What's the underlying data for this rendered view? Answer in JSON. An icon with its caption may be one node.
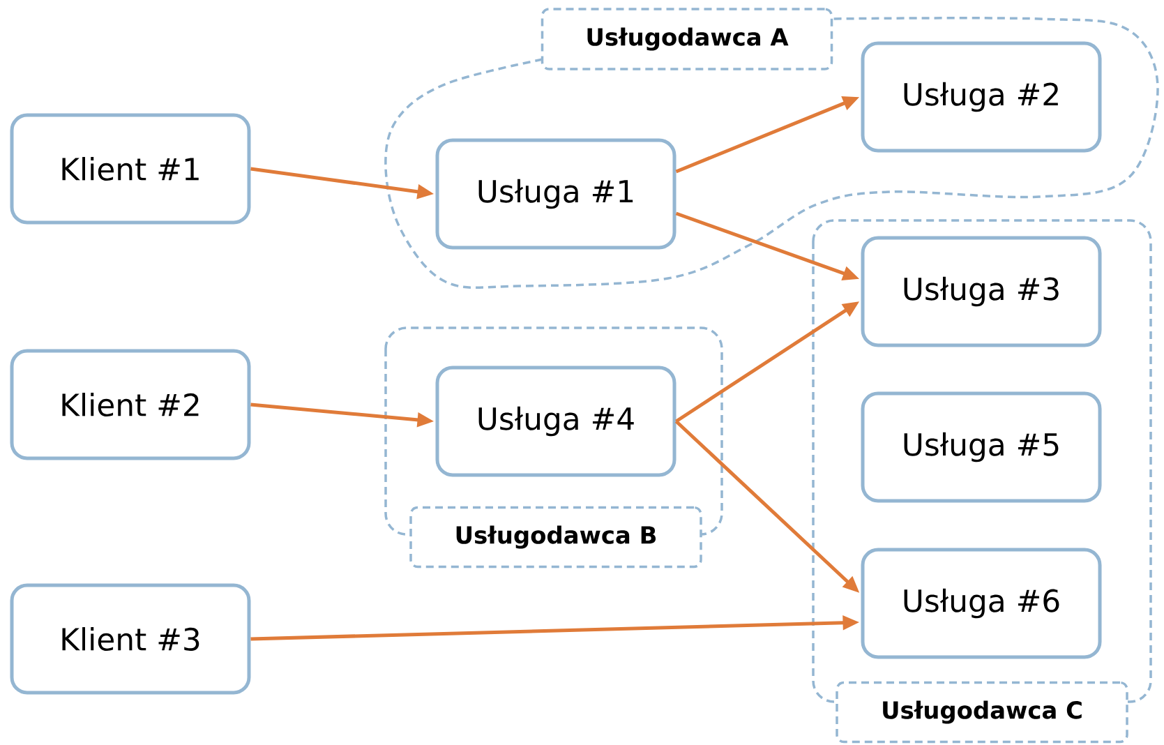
{
  "diagram": {
    "nodes": [
      {
        "text": [
          "Klient #1"
        ]
      },
      {
        "text": [
          "Usługodawca A"
        ]
      },
      {
        "text": [
          "Usługa #1"
        ],
        "in": 1
      },
      {
        "text": [
          "Usługa #2"
        ],
        "in": 1
      },
      {
        "text": [
          "Klient #2"
        ]
      },
      {
        "text": [
          "Usługodawca B"
        ]
      },
      {
        "text": [
          "Usługa #4"
        ],
        "in": 5
      },
      {
        "text": [
          "Usługodawca C"
        ]
      },
      {
        "text": [
          "Usługa #3"
        ],
        "in": 7
      },
      {
        "text": [
          "Usługa #5"
        ],
        "in": 7
      },
      {
        "text": [
          "Usługa #6"
        ],
        "in": 7
      },
      {
        "text": [
          "Klient #3"
        ]
      }
    ],
    "edges": [
      {
        "from": 0,
        "to": 2,
        "arrow": "to"
      },
      {
        "from": 2,
        "to": 3,
        "arrow": "to"
      },
      {
        "from": 2,
        "to": 8,
        "arrow": "to"
      },
      {
        "from": 4,
        "to": 6,
        "arrow": "to"
      },
      {
        "from": 6,
        "to": 8,
        "arrow": "to"
      },
      {
        "from": 6,
        "to": 10,
        "arrow": "to"
      },
      {
        "from": 11,
        "to": 10,
        "arrow": "to"
      }
    ]
  }
}
